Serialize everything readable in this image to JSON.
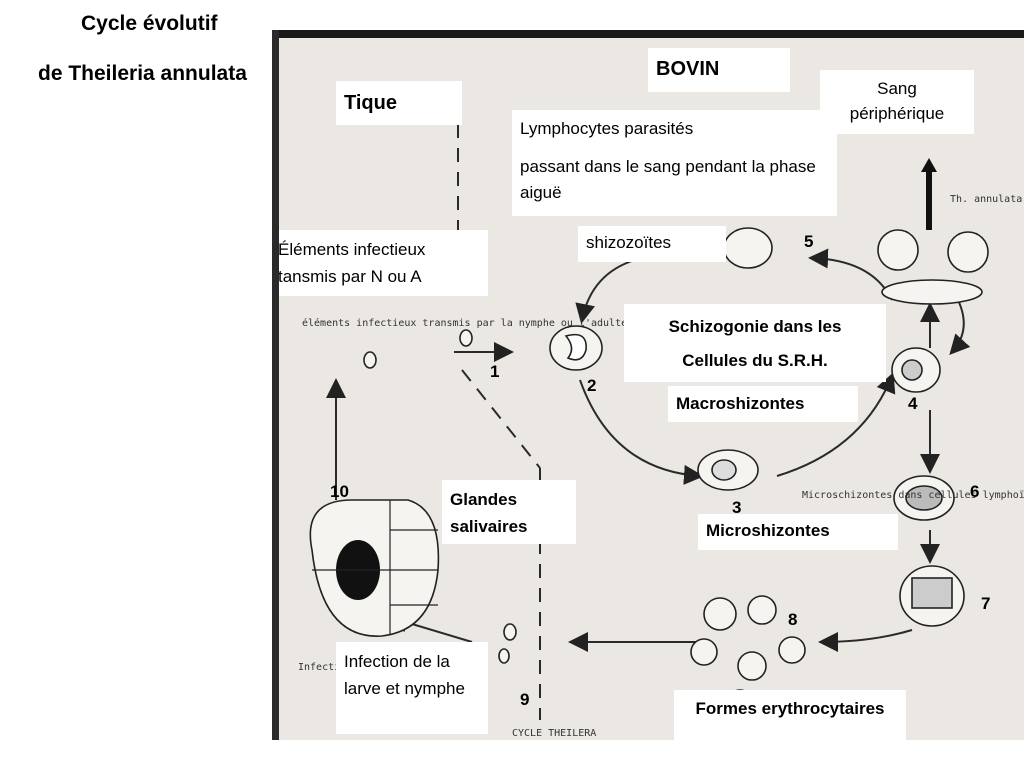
{
  "title": {
    "line1": "Cycle évolutif",
    "line2": "de Theileria annulata"
  },
  "labels": {
    "tique": "Tique",
    "bovin": "BOVIN",
    "sang": "Sang périphérique",
    "lymphocytes_1": "Lymphocytes parasités",
    "lymphocytes_2": "passant dans le sang pendant la phase aiguë",
    "shizozoites": "shizozoïtes",
    "elements": "Éléments infectieux tansmis par N ou A",
    "schizogonie_1": "Schizogonie dans les",
    "schizogonie_2": "Cellules du S.R.H.",
    "macroshizontes": "Macroshizontes",
    "glandes": "Glandes salivaires",
    "microshizontes": "Microshizontes",
    "infection": "Infection de la larve et nymphe",
    "formes": "Formes erythrocytaires"
  },
  "numbers": {
    "n1": "1",
    "n2": "2",
    "n3": "3",
    "n4": "4",
    "n5": "5",
    "n6": "6",
    "n7": "7",
    "n8": "8",
    "n9": "9",
    "n10": "10"
  },
  "handwritten": {
    "elements": "éléments infectieux transmis par la nymphe ou l'adulte",
    "microschizontes": "Microschizontes dans cellules lymphoïdes",
    "cycle": "CYCLE  THEILERA",
    "annulata": "Th. annulata",
    "infection": "Infection de la larve"
  }
}
